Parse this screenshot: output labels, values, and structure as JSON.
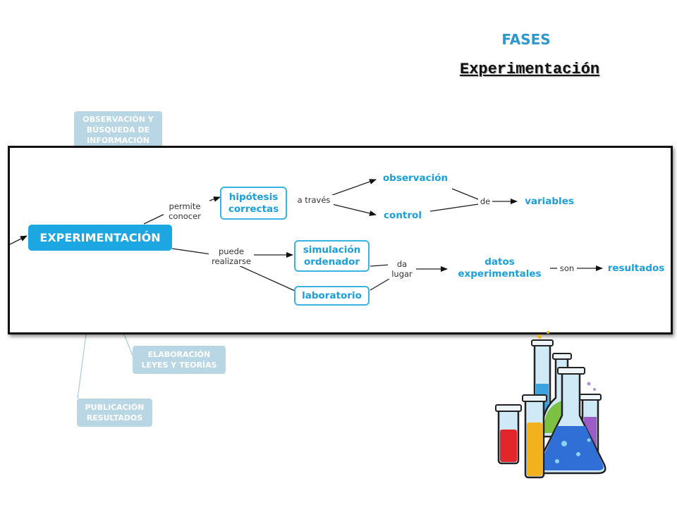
{
  "header": {
    "title": "FASES",
    "subtitle": "Experimentación"
  },
  "background_boxes": {
    "observacion": "OBSERVACIÓN Y BÚSQUEDA DE INFORMACIÓN",
    "elaboracion": "ELABORACIÓN LEYES Y TEORÍAS",
    "publicacion": "PUBLICACIÓN RESULTADOS"
  },
  "diagram": {
    "main": "EXPERIMENTACIÓN",
    "hipotesis": "hipótesis correctas",
    "observacion": "observación",
    "control": "control",
    "variables": "variables",
    "simulacion": "simulación ordenador",
    "laboratorio": "laboratorio",
    "datos": "datos experimentales",
    "resultados": "resultados",
    "labels": {
      "permite_conocer": "permite conocer",
      "a_traves": "a través",
      "de": "de",
      "puede_realizarse": "puede realizarse",
      "da_lugar": "da lugar",
      "son": "son"
    }
  },
  "illustration": "lab-flasks-icon",
  "colors": {
    "accent": "#1da7e2",
    "title": "#2e98cc",
    "faded_box": "#b8d6e4"
  }
}
